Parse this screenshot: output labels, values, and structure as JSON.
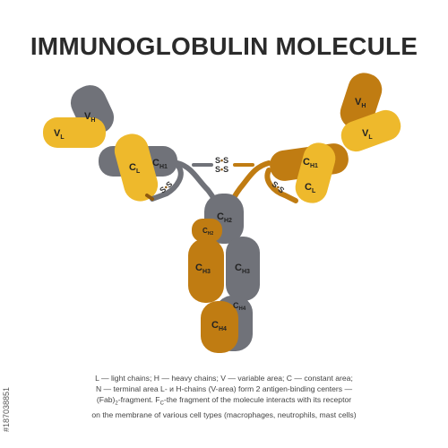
{
  "title": "IMMUNOGLOBULIN MOLECULE",
  "colors": {
    "gray": "#707279",
    "yellow": "#eeb92c",
    "orange": "#c07c12",
    "dark_orange": "#8f5a0e"
  },
  "labels": {
    "vh": "V",
    "vh_sub": "H",
    "vl": "V",
    "vl_sub": "L",
    "cl": "C",
    "cl_sub": "L",
    "ch1": "C",
    "ch1_sub": "H1",
    "ch2": "C",
    "ch2_sub": "H2",
    "ch3": "C",
    "ch3_sub": "H3",
    "ch4": "C",
    "ch4_sub": "H4",
    "ss": "S",
    "ss_dot": "•",
    "ss_right": "S"
  },
  "caption": {
    "line1": "L — light chains; H — heavy chains; V — variable area; C — constant area;",
    "line2": "N — terminal area L- и H-chains (V-area) form 2 antigen-binding centers —",
    "line3_a": "(Fab)",
    "line3_sub": "2",
    "line3_b": "-fragment. F",
    "line3_sub2": "C",
    "line3_c": "-the fragment of the molecule interacts with its receptor",
    "line4": "on the membrane of various cell types (macrophages, neutrophils, mast cells)"
  },
  "stock_id": "#187038851"
}
